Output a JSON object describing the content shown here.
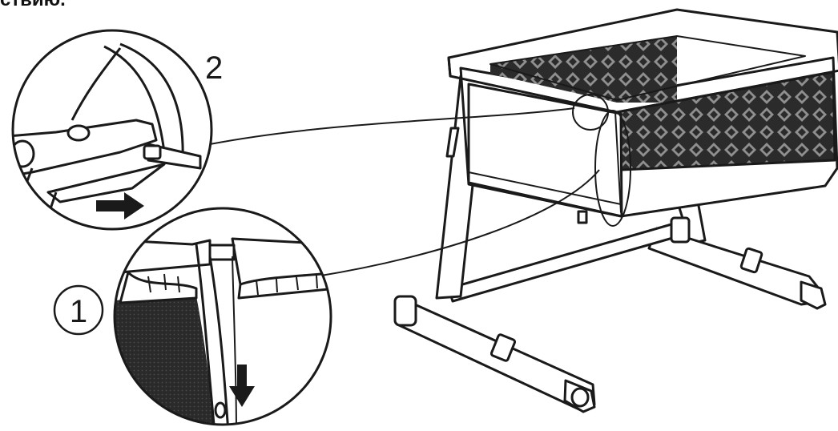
{
  "caption": "ствию.",
  "steps": [
    {
      "number": "2"
    },
    {
      "number": "1"
    }
  ],
  "colors": {
    "line": "#1a1a1a",
    "fabric_dark": "#2b2b2b",
    "fabric_light": "#9a9a9a",
    "background": "#ffffff"
  },
  "icons": [
    "arrow-right-icon",
    "arrow-down-icon"
  ]
}
